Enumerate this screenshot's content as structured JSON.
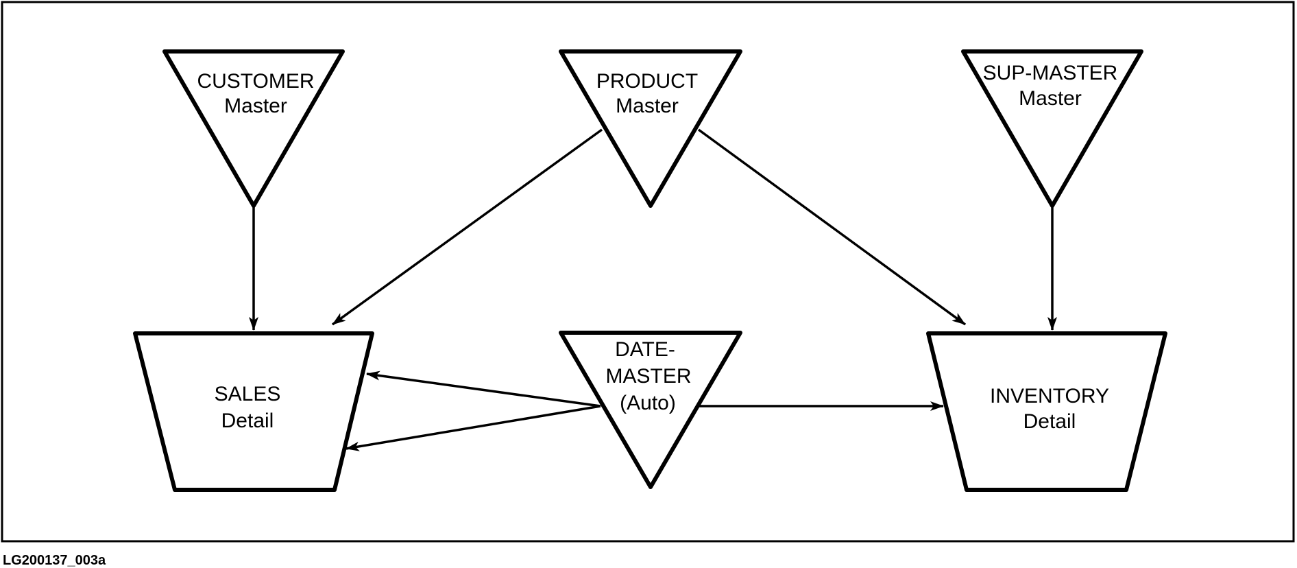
{
  "diagram": {
    "figure_id": "LG200137_003a",
    "nodes": [
      {
        "id": "customer",
        "kind": "master",
        "lines": [
          "CUSTOMER",
          "Master"
        ]
      },
      {
        "id": "product",
        "kind": "master",
        "lines": [
          "PRODUCT",
          "Master"
        ]
      },
      {
        "id": "sup-master",
        "kind": "master",
        "lines": [
          "SUP-MASTER",
          "Master"
        ]
      },
      {
        "id": "date-master",
        "kind": "master",
        "lines": [
          "DATE-",
          "MASTER",
          "(Auto)"
        ]
      },
      {
        "id": "sales",
        "kind": "detail",
        "lines": [
          "SALES",
          "Detail"
        ]
      },
      {
        "id": "inventory",
        "kind": "detail",
        "lines": [
          "INVENTORY",
          "Detail"
        ]
      }
    ],
    "edges": [
      {
        "from": "customer",
        "to": "sales"
      },
      {
        "from": "product",
        "to": "sales"
      },
      {
        "from": "product",
        "to": "inventory"
      },
      {
        "from": "sup-master",
        "to": "inventory"
      },
      {
        "from": "date-master",
        "to": "sales"
      },
      {
        "from": "date-master",
        "to": "sales"
      },
      {
        "from": "date-master",
        "to": "inventory"
      }
    ]
  }
}
